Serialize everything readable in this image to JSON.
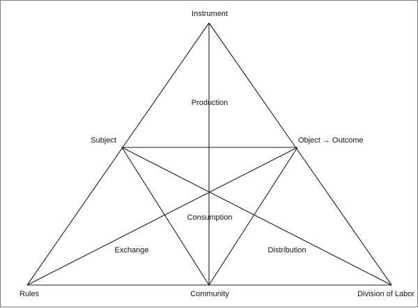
{
  "diagram": {
    "nodes": {
      "instrument": "Instrument",
      "subject": "Subject",
      "object_outcome": "Object → Outcome",
      "rules": "Rules",
      "community": "Community",
      "division_of_labor": "Division of Labor"
    },
    "regions": {
      "production": "Production",
      "consumption": "Consumption",
      "exchange": "Exchange",
      "distribution": "Distribution"
    },
    "line_color": "#1a1a1a",
    "frame_color": "#7a7a7a"
  }
}
